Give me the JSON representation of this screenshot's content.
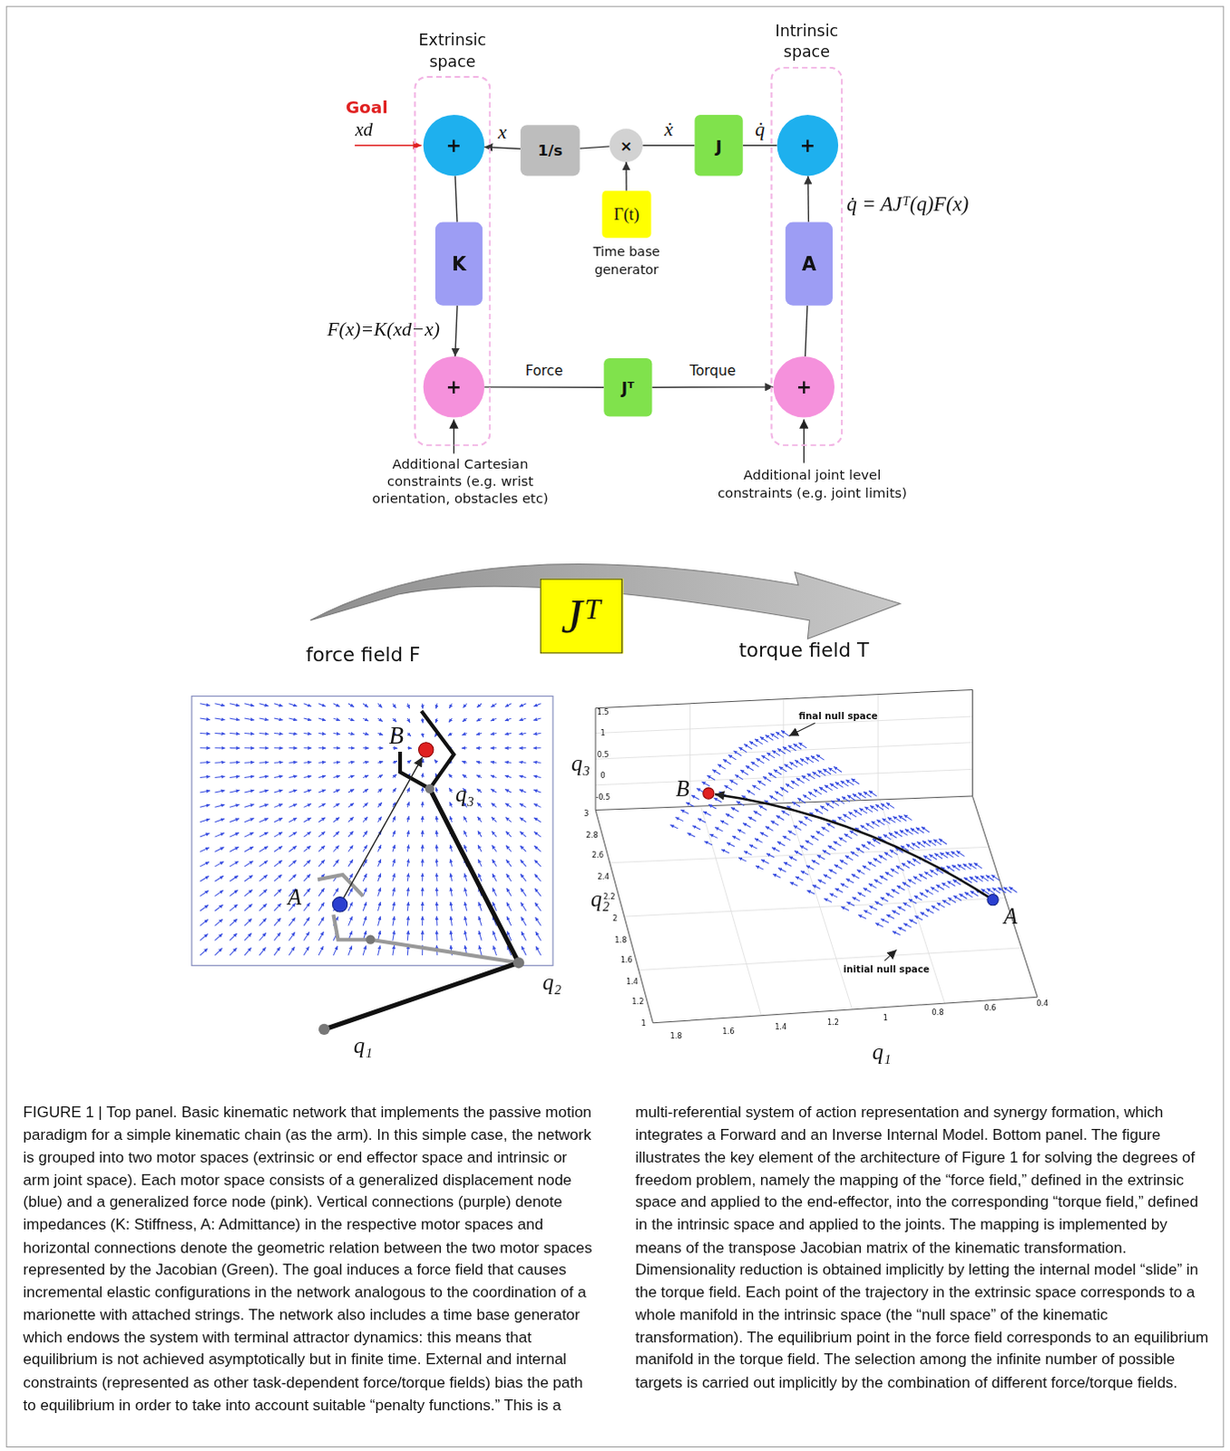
{
  "diagram": {
    "caption": "FIGURE 1 | Top panel. Basic kinematic network that implements the passive motion paradigm for a simple kinematic chain (as the arm). In this simple case, the network is grouped into two motor spaces (extrinsic or end effector space and intrinsic or arm joint space). Each motor space consists of a generalized displacement node (blue) and a generalized force node (pink). Vertical connections (purple) denote impedances (K: Stiffness, A: Admittance) in the respective motor spaces and horizontal connections denote the geometric relation between the two motor spaces represented by the Jacobian (Green). The goal induces a force field that causes incremental elastic configurations in the network analogous to the coordination of a marionette with attached strings. The network also includes a time base generator which endows the system with terminal attractor dynamics: this means that equilibrium is not achieved asymptotically but in finite time. External and internal constraints (represented as other task-dependent force/torque fields) bias the path to equilibrium in order to take into account suitable “penalty functions.” This is a multi-referential system of action representation and synergy formation, which integrates a Forward and an Inverse Internal Model. Bottom panel. The figure illustrates the key element of the architecture of Figure 1 for solving the degrees of freedom problem, namely the mapping of the “force field,” defined in the extrinsic space and applied to the end-effector, into the corresponding “torque field,” defined in the intrinsic space and applied to the joints. The mapping is implemented by means of the transpose Jacobian matrix of the kinematic transformation. Dimensionality reduction is obtained implicitly by letting the internal model “slide” in the torque field. Each point of the trajectory in the extrinsic space corresponds to a whole manifold in the intrinsic space (the “null space” of the kinematic transformation). The equilibrium point in the force field corresponds to an equilibrium manifold in the torque field. The selection among the infinite number of possible targets is carried out implicitly by the combination of different force/torque fields.",
    "nodes": [
      {
        "text": [
          "Extrinsic space"
        ]
      },
      {
        "text": [
          "+"
        ],
        "in": 0
      },
      {
        "text": [
          "K"
        ],
        "in": 0
      },
      {
        "text": [
          "+"
        ],
        "in": 0
      },
      {
        "text": [
          "1/s"
        ]
      },
      {
        "text": [
          "×"
        ]
      },
      {
        "text": [
          "J"
        ]
      },
      {
        "text": [
          "Γ(t)",
          "Time base generator"
        ]
      },
      {
        "text": [
          "Jᵀ"
        ]
      },
      {
        "text": [
          "Intrinsic space"
        ]
      },
      {
        "text": [
          "+"
        ],
        "in": 9
      },
      {
        "text": [
          "A"
        ],
        "in": 9
      },
      {
        "text": [
          "+"
        ],
        "in": 9
      },
      {
        "text": [
          "Jᵀ"
        ]
      }
    ],
    "edges": [
      {
        "from": 4,
        "to": 1,
        "label": "x",
        "arrow": "to"
      },
      {
        "from": 5,
        "to": 4,
        "arrow": "none"
      },
      {
        "from": 6,
        "to": 5,
        "label": "ẋ",
        "arrow": "none"
      },
      {
        "from": 10,
        "to": 6,
        "label": "q̇",
        "arrow": "none"
      },
      {
        "from": 7,
        "to": 5,
        "arrow": "to"
      },
      {
        "from": 1,
        "to": 2,
        "arrow": "none"
      },
      {
        "from": 2,
        "to": 3,
        "arrow": "to"
      },
      {
        "from": 3,
        "to": 8,
        "label": "Force",
        "arrow": "none"
      },
      {
        "from": 8,
        "to": 12,
        "label": "Torque",
        "arrow": "to"
      },
      {
        "from": 12,
        "to": 11,
        "arrow": "none"
      },
      {
        "from": 11,
        "to": 10,
        "arrow": "to"
      }
    ],
    "labels": [
      "Goal",
      "xd",
      "q̇ = AJᵀ(q)F(x)",
      "F(x)=K(xd−x)",
      "Additional Cartesian constraints (e.g. wrist orientation, obstacles etc)",
      "Additional joint level constraints (e.g. joint limits)",
      "force field F",
      "torque field T",
      "B",
      "A",
      "q₃",
      "q₂",
      "q₁",
      "B",
      "q₃",
      "q₂",
      "A",
      "final null space",
      "initial null space",
      "q₁",
      "1.5",
      "1",
      "0.5",
      "0",
      "-0.5",
      "3",
      "2.8",
      "2.6",
      "2.4",
      "2.2",
      "2",
      "1.8",
      "1.6",
      "1.4",
      "1.2",
      "1",
      "1.8",
      "1.6",
      "1.4",
      "1.2",
      "1",
      "0.8",
      "0.6",
      "0.4"
    ]
  }
}
